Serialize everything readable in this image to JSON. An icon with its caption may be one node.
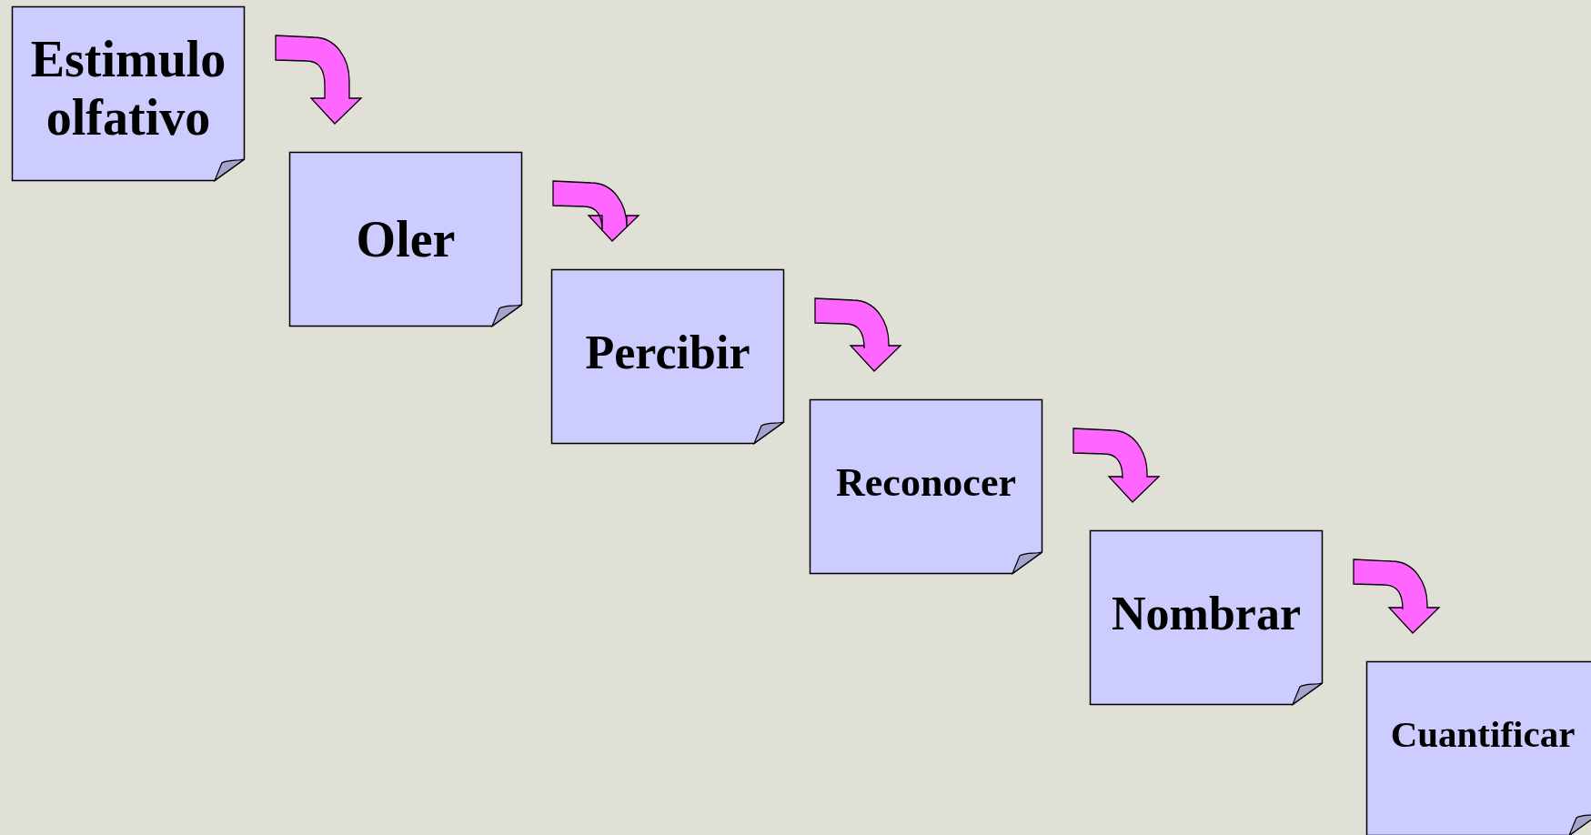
{
  "diagram": {
    "nodes": [
      {
        "text": [
          "Estimulo olfativo"
        ]
      },
      {
        "text": [
          "Oler"
        ]
      },
      {
        "text": [
          "Percibir"
        ]
      },
      {
        "text": [
          "Reconocer"
        ]
      },
      {
        "text": [
          "Nombrar"
        ]
      },
      {
        "text": [
          "Cuantificar"
        ]
      }
    ],
    "edges": [
      {
        "from": 0,
        "to": 1,
        "arrow": "to"
      },
      {
        "from": 1,
        "to": 2,
        "arrow": "to"
      },
      {
        "from": 2,
        "to": 3,
        "arrow": "to"
      },
      {
        "from": 3,
        "to": 4,
        "arrow": "to"
      },
      {
        "from": 4,
        "to": 5,
        "arrow": "to"
      }
    ]
  }
}
